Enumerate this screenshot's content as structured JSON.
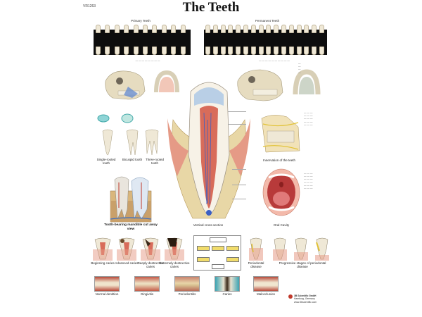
{
  "header": {
    "code": "VR1263",
    "title": "The Teeth"
  },
  "sections": {
    "primary_teeth": "Primary Teeth",
    "permanent_teeth": "Permanent Teeth",
    "single_rooted": "Single-rooted tooth",
    "two_rooted": "Bicuspid tooth",
    "three_rooted": "Three-rooted tooth",
    "tooth_bearing": "Tooth-bearing mandible cut away view",
    "vertical_section": "Vertical cross-section",
    "innervation": "Innervation of the teeth",
    "oral_cavity": "Oral Cavity"
  },
  "caries_stages": [
    "Beginning caries",
    "Advanced caries",
    "Deeply destructive caries",
    "Extremely destructive caries"
  ],
  "periodontal": {
    "left_caption": "Periodontal disease",
    "right_caption": "Progressive stages of periodontal disease"
  },
  "photos": [
    "Normal dentition",
    "Gingivitis",
    "Periodontitis",
    "Caries",
    "Malocclusion"
  ],
  "publisher": {
    "name": "3B Scientific GmbH",
    "line2": "Hamburg, Germany",
    "line3": "www.3bscientific.com"
  },
  "colors": {
    "strip": "#0d0d0d",
    "enamel": "#efe8d6",
    "gum": "#e59a86",
    "pulp": "#d86c5a",
    "bone": "#e8d7a6",
    "flow_box": "#f1dc6b"
  }
}
